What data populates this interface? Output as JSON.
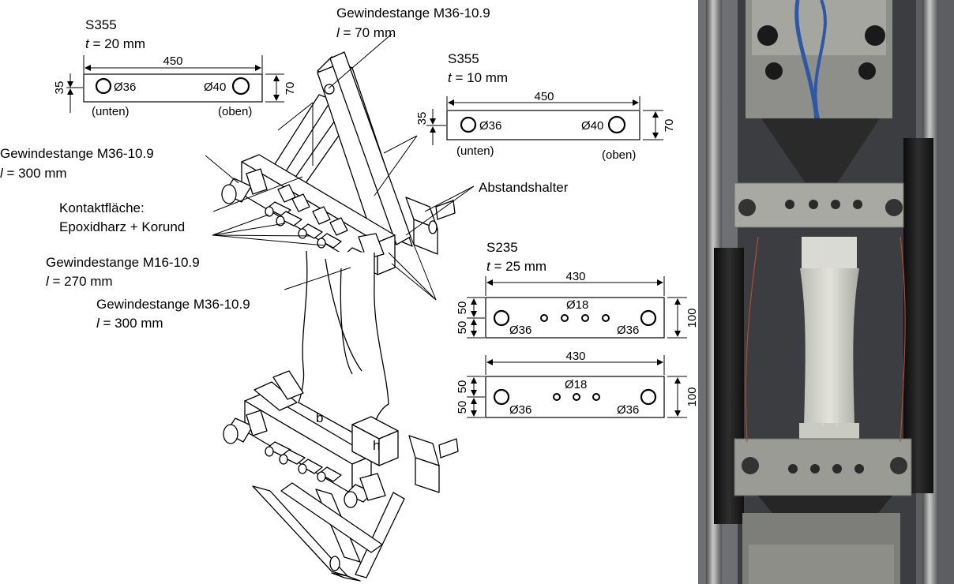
{
  "plate_s355_20": {
    "grade": "S355",
    "t_var": "t",
    "t_val": " = 20 mm",
    "length": "450",
    "height": "70",
    "edge": "35",
    "hole_lower": "Ø36",
    "hole_upper": "Ø40",
    "lower_note": "(unten)",
    "upper_note": "(oben)"
  },
  "plate_s355_10": {
    "grade": "S355",
    "t_var": "t",
    "t_val": " = 10 mm",
    "length": "450",
    "height": "70",
    "edge": "35",
    "hole_lower": "Ø36",
    "hole_upper": "Ø40",
    "lower_note": "(unten)",
    "upper_note": "(oben)"
  },
  "plate_s235_a": {
    "grade": "S235",
    "t_var": "t",
    "t_val": " = 25 mm",
    "length": "430",
    "height": "100",
    "edge_top": "50",
    "edge_bottom": "50",
    "hole_small": "Ø18",
    "hole_left": "Ø36",
    "hole_right": "Ø36"
  },
  "plate_s235_b": {
    "length": "430",
    "height": "100",
    "edge_top": "50",
    "edge_bottom": "50",
    "hole_small": "Ø18",
    "hole_left": "Ø36",
    "hole_right": "Ø36"
  },
  "callouts": {
    "rod_top_name": "Gewindestange M36-10.9",
    "rod_top_var": "l",
    "rod_top_val": " = 70 mm",
    "rod_left_name": "Gewindestange M36-10.9",
    "rod_left_var": "l",
    "rod_left_val": " = 300 mm",
    "contact_1": "Kontaktfläche:",
    "contact_2": "Epoxidharz + Korund",
    "rod_m16_name": "Gewindestange M16-10.9",
    "rod_m16_var": "l",
    "rod_m16_val": " = 270 mm",
    "rod_mid_name": "Gewindestange M36-10.9",
    "rod_mid_var": "l",
    "rod_mid_val": " = 300 mm",
    "spacer": "Abstandshalter",
    "dim_b": "b",
    "dim_h": "h"
  },
  "colors": {
    "line": "#000000",
    "steel": "#ffffff",
    "photo_bg": "#3a3a3a"
  }
}
